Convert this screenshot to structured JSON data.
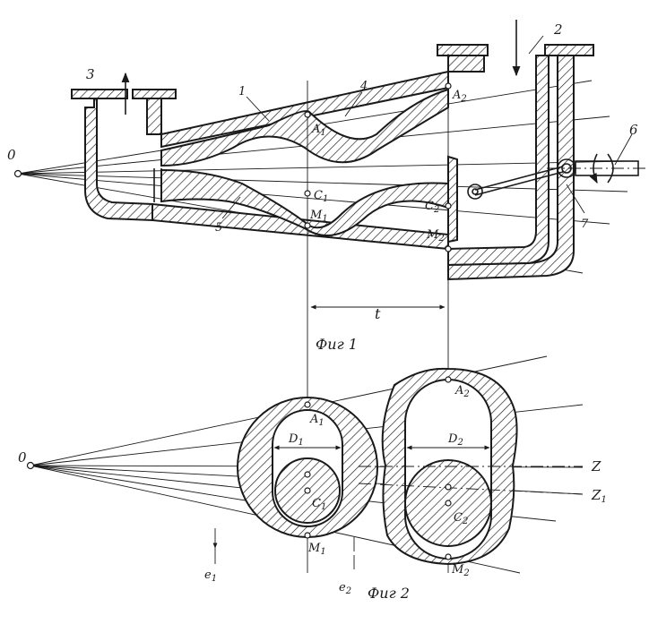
{
  "fig1": {
    "caption": "Фиг 1",
    "labels": {
      "origin": "0",
      "n1": "1",
      "n2": "2",
      "n3": "3",
      "n4": "4",
      "n5": "5",
      "n6": "6",
      "n7": "7",
      "A1": "A",
      "A1_sub": "1",
      "A2": "A",
      "A2_sub": "2",
      "C1": "C",
      "C1_sub": "1",
      "C2": "C",
      "C2_sub": "2",
      "M1": "M",
      "M1_sub": "1",
      "M2": "M",
      "M2_sub": "2",
      "pitch": "t"
    }
  },
  "fig2": {
    "caption": "Фиг 2",
    "labels": {
      "origin": "0",
      "A1": "A",
      "A1_sub": "1",
      "A2": "A",
      "A2_sub": "2",
      "C1": "C",
      "C1_sub": "1",
      "C2": "C",
      "C2_sub": "2",
      "M1": "M",
      "M1_sub": "1",
      "M2": "M",
      "M2_sub": "2",
      "D1": "D",
      "D1_sub": "1",
      "D2": "D",
      "D2_sub": "2",
      "Z": "Z",
      "Z1": "Z",
      "Z1_sub": "1",
      "e1": "e",
      "e1_sub": "1",
      "e2": "e",
      "e2_sub": "2"
    }
  }
}
